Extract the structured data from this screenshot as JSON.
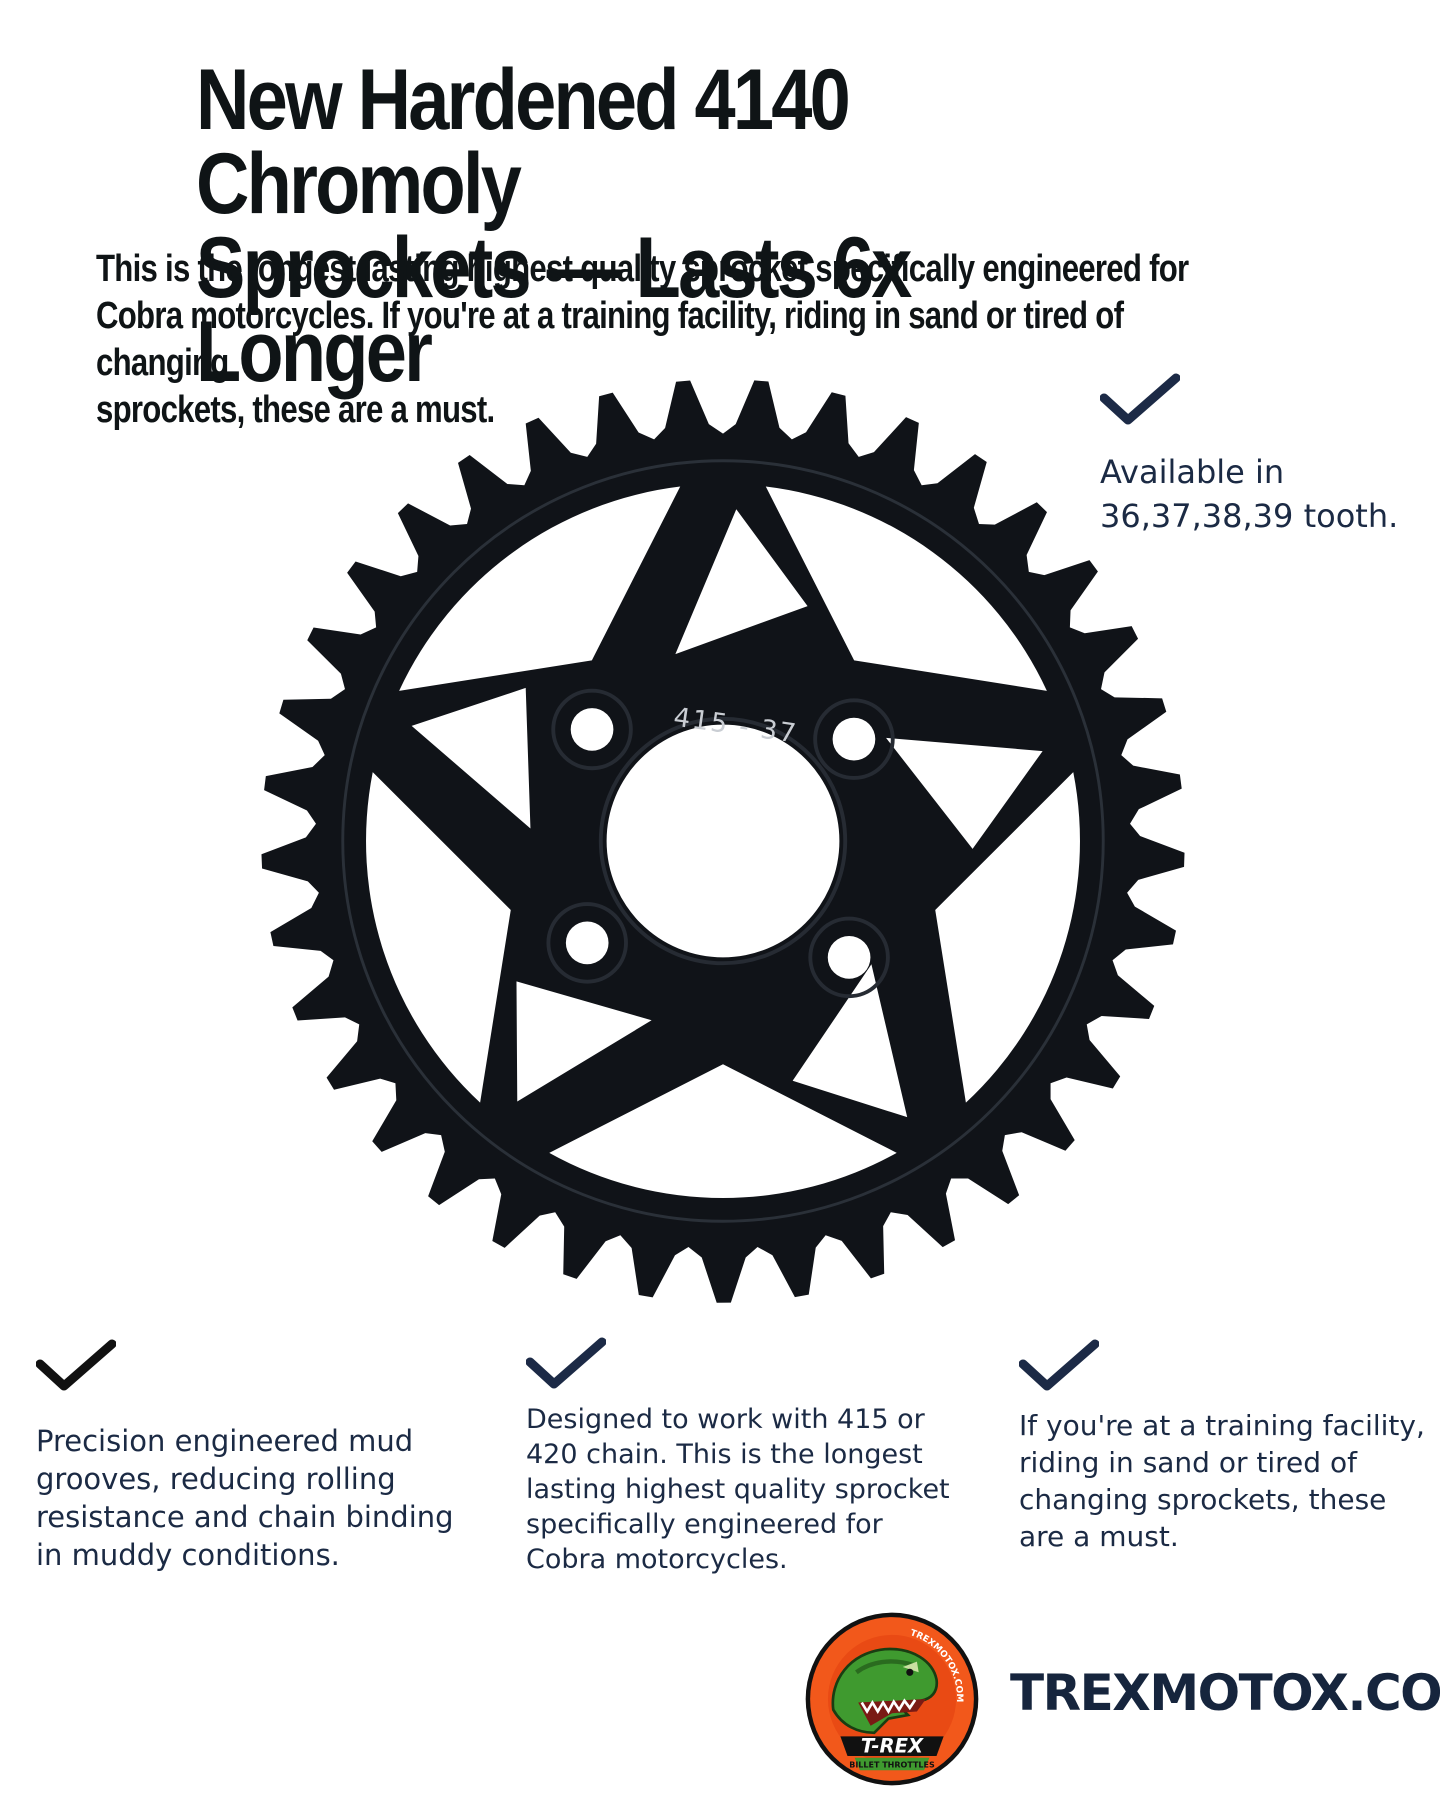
{
  "headline": {
    "line1": "New Hardened 4140 Chromoly",
    "line2": "Sprockets — Lasts 6x Longer"
  },
  "subheadline": {
    "line1": "This is the longest lasting highest quality sprocket specifically engineered for",
    "line2": "Cobra motorcycles. If you're at a training facility, riding in sand or tired of changing",
    "line3": "sprockets, these are a must."
  },
  "sprocket": {
    "stamp": "415 - 37",
    "tooth_count": 37,
    "color": "#101318"
  },
  "features": {
    "availability": {
      "line1": "Available in",
      "line2": "36,37,38,39 tooth."
    },
    "mud_grooves": {
      "line1": "Precision engineered mud",
      "line2": "grooves, reducing rolling",
      "line3": "resistance and chain binding",
      "line4": "in muddy conditions."
    },
    "chain": {
      "line1": "Designed to work with 415 or",
      "line2": "420 chain. This is the longest",
      "line3": "lasting highest quality sprocket",
      "line4": "specifically engineered for",
      "line5": "Cobra motorcycles."
    },
    "training": {
      "line1": "If you're at a training facility,",
      "line2": "riding in sand or tired of",
      "line3": "changing sprockets, these",
      "line4": "are a must."
    }
  },
  "checkmark_icon": "checkmark-icon",
  "logo": {
    "name": "T-REX",
    "tagline": "BILLET THROTTLES",
    "arc_text": "TREXMOTOX.COM",
    "ring_color": "#f2581b",
    "dino_color": "#3f9a2f"
  },
  "website": "TREXMOTOX.COM",
  "colors": {
    "headline": "#0f1416",
    "body_text": "#1b2a44",
    "check_dark": "#1c2a46"
  }
}
